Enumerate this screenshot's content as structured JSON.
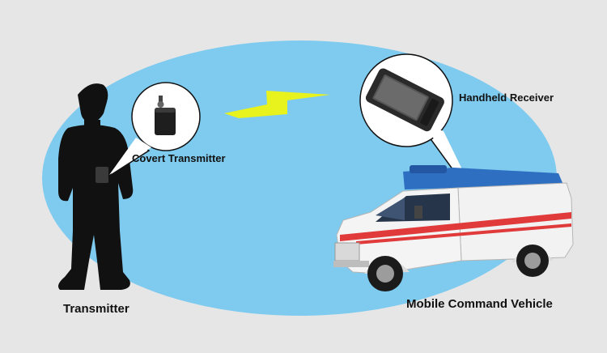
{
  "labels": {
    "covert_transmitter": "Covert Transmitter",
    "handheld_receiver": "Handheld Receiver",
    "transmitter": "Transmitter",
    "mobile_command_vehicle": "Mobile Command Vehicle"
  },
  "colors": {
    "background": "#e6e6e6",
    "coverage_area": "#7ecbef",
    "wireless_link": "#e8f21c",
    "silhouette": "#111111",
    "ambulance_body": "#f2f2f2",
    "ambulance_stripe": "#e03a3a",
    "ambulance_roof": "#2e6fc2"
  }
}
